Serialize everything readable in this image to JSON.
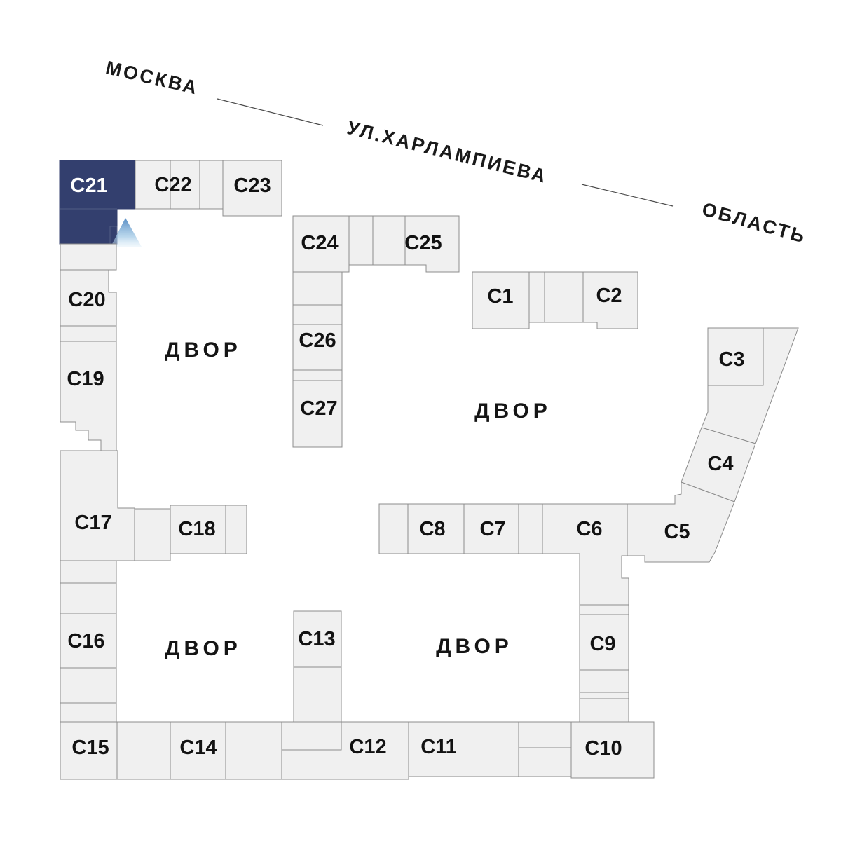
{
  "plan": {
    "streets": {
      "moscow": "МОСКВА",
      "street": "УЛ.ХАРЛАМПИЕВА",
      "oblast": "ОБЛАСТЬ"
    },
    "courtyards": {
      "tl": "ДВОР",
      "right": "ДВОР",
      "bl": "ДВОР",
      "br": "ДВОР"
    },
    "selected": "С21",
    "colors": {
      "building_fill": "#F0F0F0",
      "building_stroke": "#8C8C8C",
      "highlight": "#333F6E",
      "marker_top": "#4E86C0",
      "marker_bottom": "#DCEDF8",
      "label": "#121212"
    },
    "buildings": {
      "c1": {
        "label": "С1"
      },
      "c2": {
        "label": "С2"
      },
      "c3": {
        "label": "С3"
      },
      "c4": {
        "label": "С4"
      },
      "c5": {
        "label": "С5"
      },
      "c6": {
        "label": "С6"
      },
      "c7": {
        "label": "С7"
      },
      "c8": {
        "label": "С8"
      },
      "c9": {
        "label": "С9"
      },
      "c10": {
        "label": "С10"
      },
      "c11": {
        "label": "С11"
      },
      "c12": {
        "label": "С12"
      },
      "c13": {
        "label": "С13"
      },
      "c14": {
        "label": "С14"
      },
      "c15": {
        "label": "С15"
      },
      "c16": {
        "label": "С16"
      },
      "c17": {
        "label": "С17"
      },
      "c18": {
        "label": "С18"
      },
      "c19": {
        "label": "С19"
      },
      "c20": {
        "label": "С20"
      },
      "c21": {
        "label": "С21"
      },
      "c22": {
        "label": "С22"
      },
      "c23": {
        "label": "С23"
      },
      "c24": {
        "label": "С24"
      },
      "c25": {
        "label": "С25"
      },
      "c26": {
        "label": "С26"
      },
      "c27": {
        "label": "С27"
      }
    }
  }
}
